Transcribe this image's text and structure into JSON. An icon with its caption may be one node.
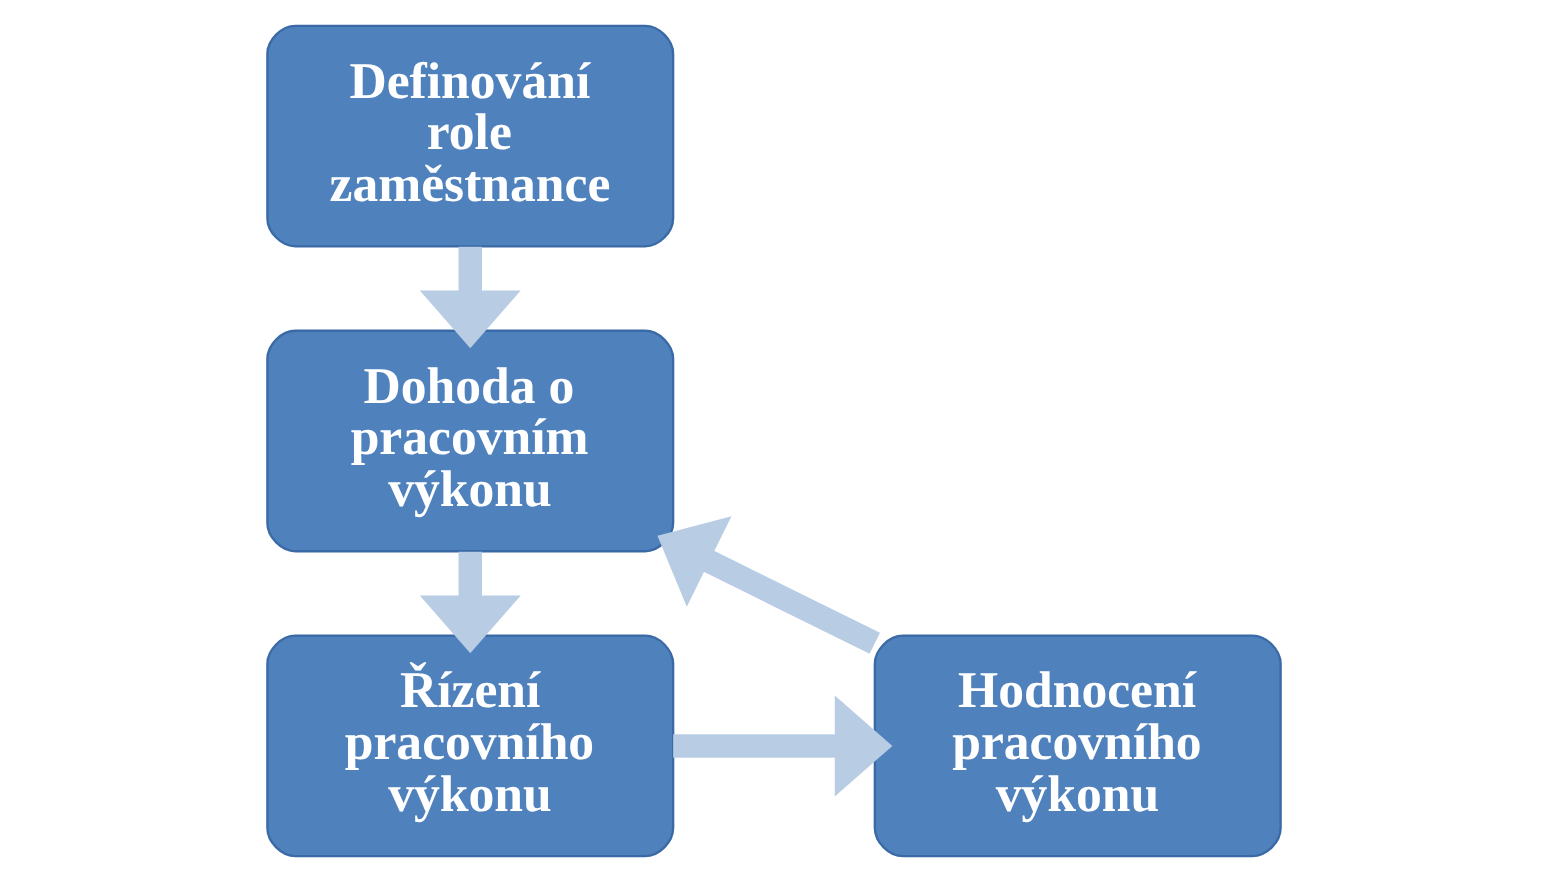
{
  "diagram": {
    "nodes": [
      {
        "text": [
          "Definování role zaměstnance"
        ]
      },
      {
        "text": [
          "Dohoda o pracovním výkonu"
        ]
      },
      {
        "text": [
          "Řízení pracovního výkonu"
        ]
      },
      {
        "text": [
          "Hodnocení pracovního výkonu"
        ]
      }
    ],
    "edges": [
      {
        "from": 0,
        "to": 1,
        "arrow": "to"
      },
      {
        "from": 1,
        "to": 2,
        "arrow": "to"
      },
      {
        "from": 2,
        "to": 3,
        "arrow": "to"
      },
      {
        "from": 3,
        "to": 1,
        "arrow": "to"
      }
    ]
  }
}
